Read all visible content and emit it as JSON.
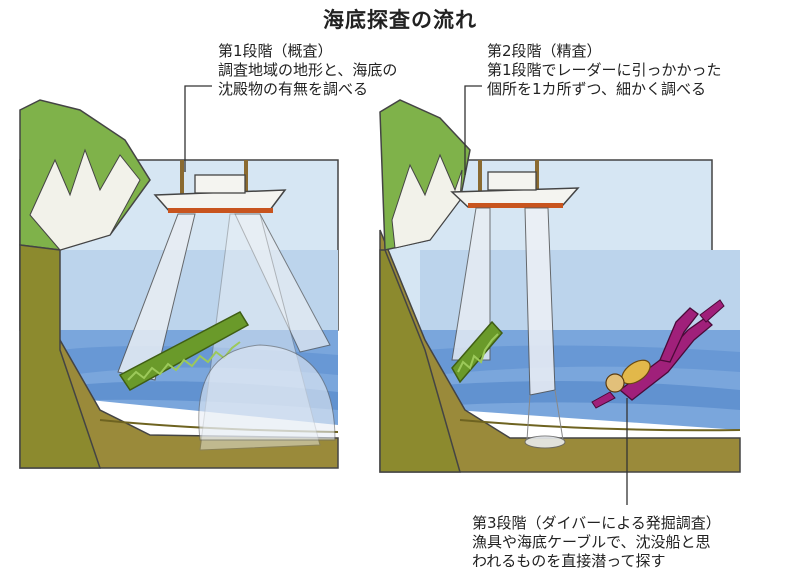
{
  "title": "海底探査の流れ",
  "stage1": {
    "heading": "第1段階（概査）",
    "line1": "調査地域の地形と、海底の",
    "line2": "沈殿物の有無を調べる"
  },
  "stage2": {
    "heading": "第2段階（精査）",
    "line1": "第1段階でレーダーに引っかかった",
    "line2": "個所を1カ所ずつ、細かく調べる"
  },
  "stage3": {
    "heading": "第3段階（ダイバーによる発掘調査）",
    "line1": "漁具や海底ケーブルで、沈没船と思",
    "line2": "われるものを直接潜って探す"
  },
  "colors": {
    "sky": "#c9dff0",
    "water_deep": "#5b8fd0",
    "water_light": "#8fb6e6",
    "seabed": "#9a8a3a",
    "cliff_green": "#7fb24a",
    "diver": "#a0207a",
    "beam": "#e6edf5"
  }
}
